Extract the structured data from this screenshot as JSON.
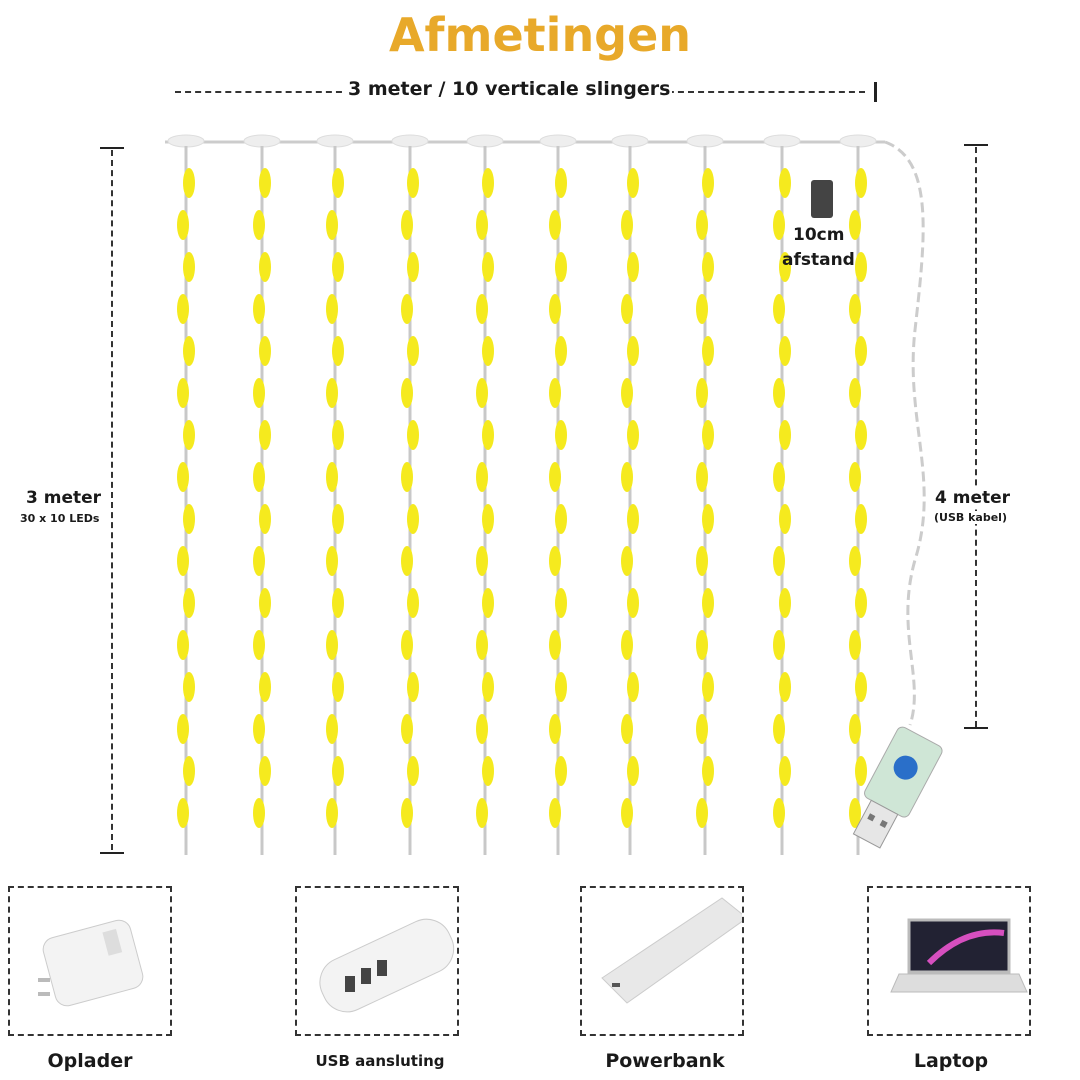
{
  "title": "Afmetingen",
  "dimensions": {
    "width_label": "3 meter / 10 verticale slingers",
    "height_label": "3 meter",
    "height_sub": "30 x 10 LEDs",
    "spacing_label_1": "10cm",
    "spacing_label_2": "afstand",
    "cable_label": "4 meter",
    "cable_sub": "(USB kabel)"
  },
  "colors": {
    "title": "#e8a92a",
    "led": "#f5ea1e"
  },
  "power_options": [
    {
      "label": "Oplader",
      "icon": "charger-icon"
    },
    {
      "label": "USB aansluting",
      "icon": "power-strip-icon"
    },
    {
      "label": "Powerbank",
      "icon": "powerbank-icon"
    },
    {
      "label": "Laptop",
      "icon": "laptop-icon"
    }
  ]
}
